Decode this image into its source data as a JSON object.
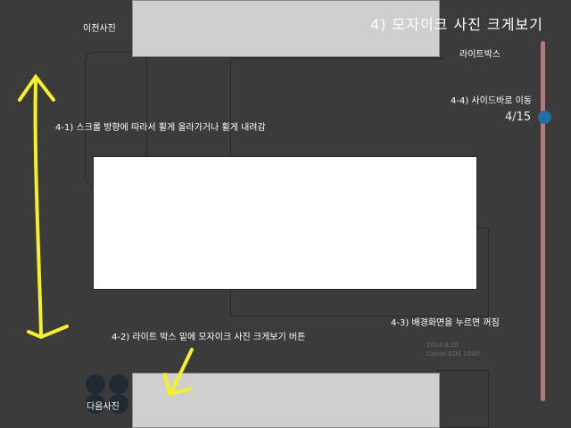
{
  "title": "4) 모자이크 사진 크게보기",
  "nav": {
    "prev_label": "이전사진",
    "next_label": "다음사진"
  },
  "lightbox_label": "라이트박스",
  "counter": "4/15",
  "annotations": {
    "scroll": "4-1) 스크롤 방향에 따라서 휠게 올라가거나 휠게 내려감",
    "button": "4-2) 라이트 박스 밑에 모자이크 사진 크게보기 버튼",
    "background": "4-3) 배경화면을 누르면 꺼짐",
    "sidebar": "4-4) 사이드바로 이동"
  },
  "background_meta": [
    "2014.8.20",
    "Canon EOS 100D"
  ],
  "colors": {
    "background": "#3b3b3b",
    "annotation_arrow": "#f5f02a",
    "scrollbar": "#b07b80",
    "scroll_thumb": "#1e6fa3"
  },
  "scroll_position": {
    "current": 4,
    "total": 15
  }
}
